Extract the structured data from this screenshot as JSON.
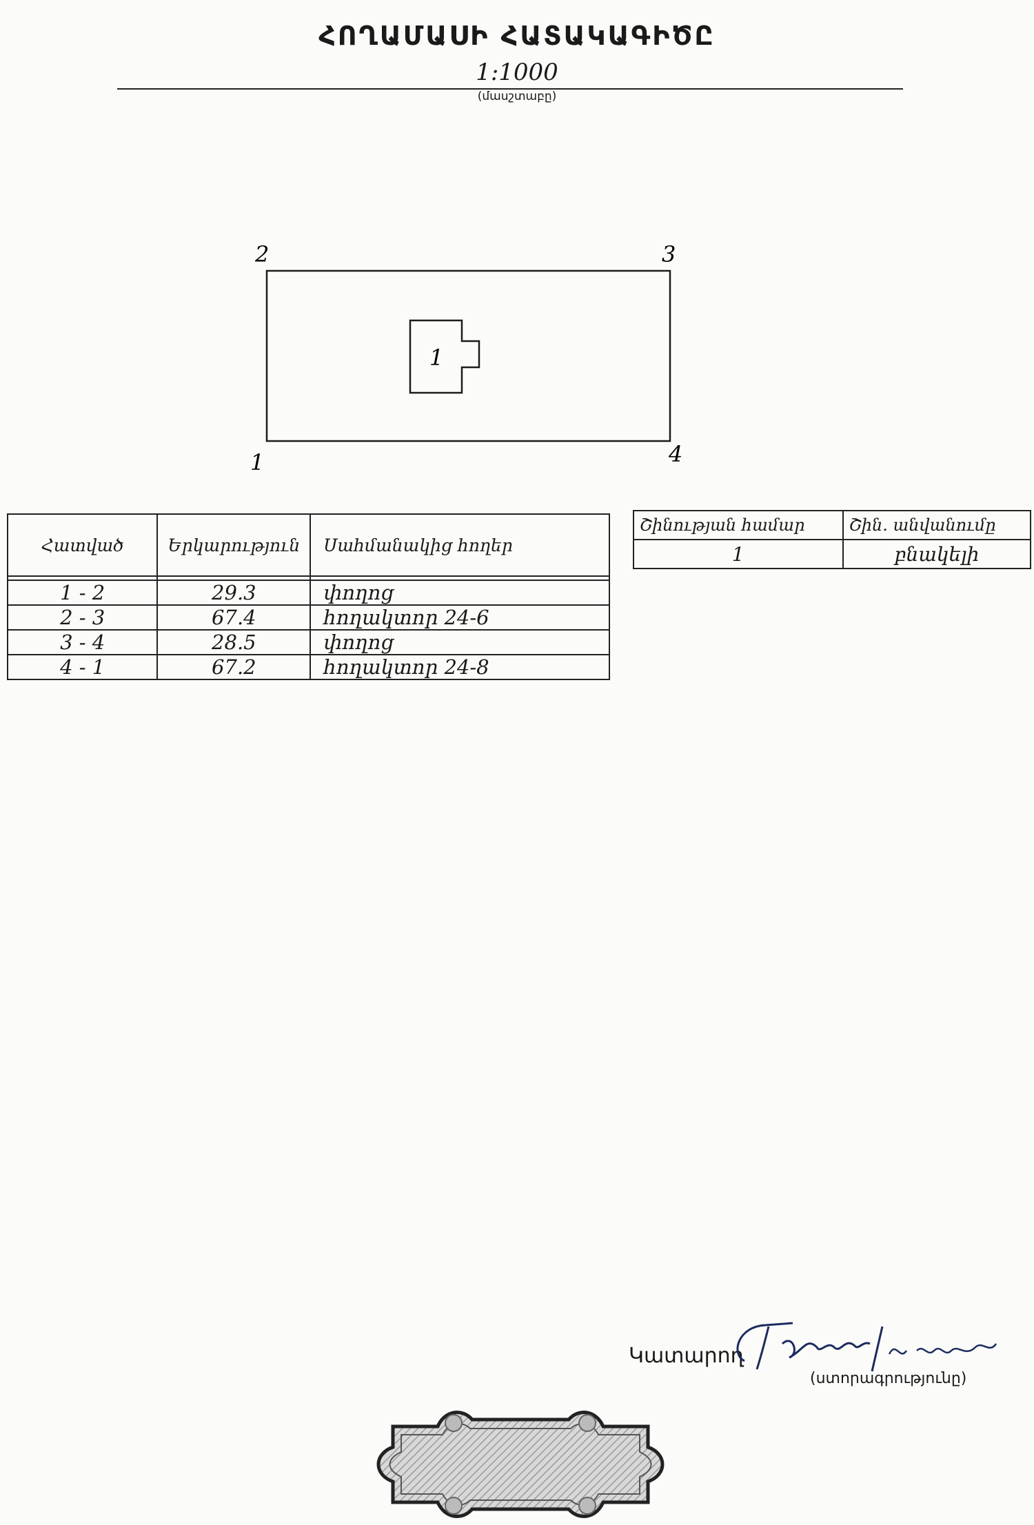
{
  "header": {
    "title": "ՀՈՂԱՄԱՍԻ ՀԱՏԱԿԱԳԻԾԸ",
    "scale_value": "1:1000",
    "scale_caption": "(մասշտաբը)"
  },
  "plan": {
    "corner_labels": [
      "1",
      "2",
      "3",
      "4"
    ],
    "building_number": "1"
  },
  "boundaries_table": {
    "headers": [
      "Հատված",
      "Երկարություն",
      "Սահմանակից հողեր"
    ],
    "rows": [
      {
        "segment": "1 - 2",
        "length": "29.3",
        "neighbor": "փողոց"
      },
      {
        "segment": "2 - 3",
        "length": "67.4",
        "neighbor": "հողակտոր 24-6"
      },
      {
        "segment": "3 - 4",
        "length": "28.5",
        "neighbor": "փողոց"
      },
      {
        "segment": "4 - 1",
        "length": "67.2",
        "neighbor": "հողակտոր 24-8"
      }
    ]
  },
  "buildings_table": {
    "headers": [
      "Շինության համար",
      "Շին. անվանումը"
    ],
    "rows": [
      {
        "number": "1",
        "name": "բնակելի"
      }
    ]
  },
  "signature_block": {
    "executor_label": "Կատարող",
    "signature_caption": "(ստորագրությունը)"
  }
}
